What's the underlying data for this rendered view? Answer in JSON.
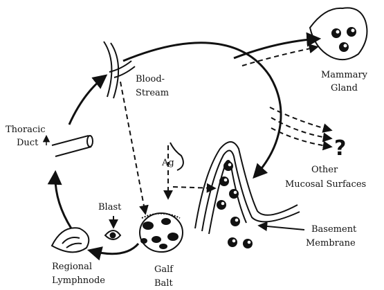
{
  "labels": {
    "blood_1": "Blood-",
    "blood_2": "Stream",
    "mammary_1": "Mammary",
    "mammary_2": "Gland",
    "thoracic_1": "Thoracic",
    "thoracic_2": "Duct",
    "ag": "Ag",
    "other_1": "Other",
    "other_2": "Mucosal Surfaces",
    "question": "?",
    "blast": "Blast",
    "basement_1": "Basement",
    "basement_2": "Membrane",
    "regional_1": "Regional",
    "regional_2": "Lymphnode",
    "galf_1": "Galf",
    "galf_2": "Balt"
  }
}
